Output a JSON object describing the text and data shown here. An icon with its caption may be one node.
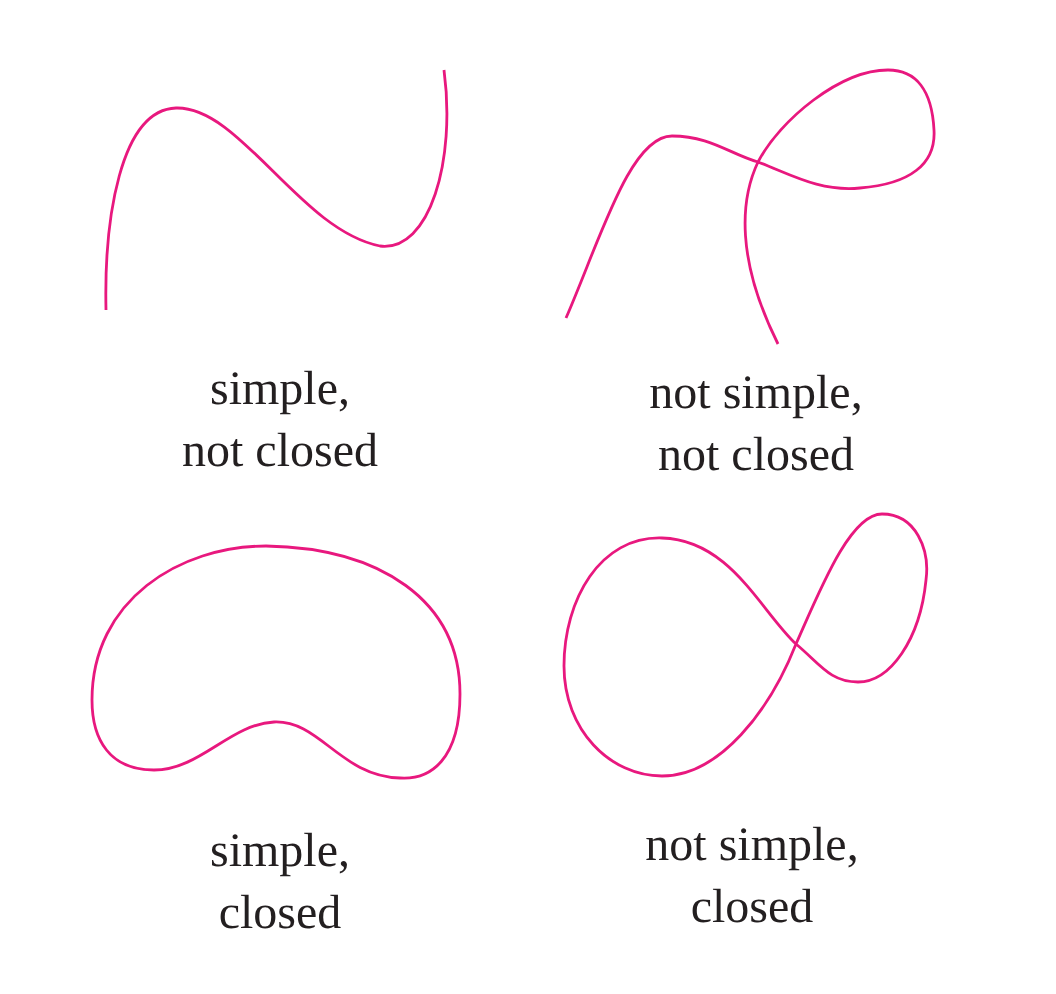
{
  "diagram": {
    "nodes": [
      {
        "text": [],
        "shape": "curve",
        "beside": [
          "simple, not closed"
        ]
      },
      {
        "text": [],
        "shape": "curve",
        "beside": [
          "not simple, not closed"
        ]
      },
      {
        "text": [],
        "shape": "curve",
        "beside": [
          "simple, closed"
        ]
      },
      {
        "text": [],
        "shape": "curve",
        "beside": [
          "not simple, closed"
        ]
      }
    ]
  }
}
